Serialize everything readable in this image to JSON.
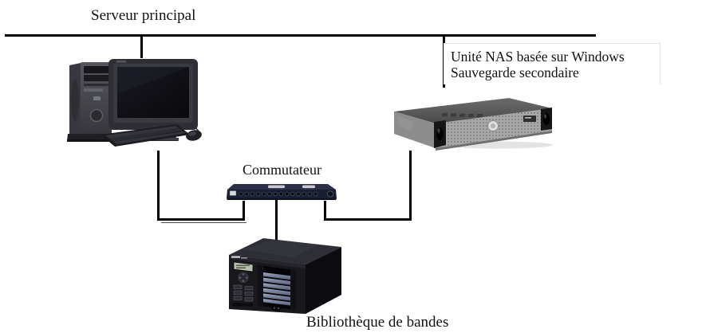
{
  "diagram": {
    "type": "network-topology",
    "background_color": "#ffffff",
    "line_color": "#000000",
    "label_color": "#111111",
    "nodes": {
      "server": {
        "label": "Serveur principal",
        "device": "desktop-computer"
      },
      "nas": {
        "label_line1": "Unité NAS basée sur Windows",
        "label_line2": "Sauvegarde secondaire",
        "device": "rack-mount-nas"
      },
      "switch": {
        "label": "Commutateur",
        "device": "network-switch"
      },
      "tape_library": {
        "label": "Bibliothèque de bandes",
        "device": "tape-library"
      }
    },
    "connections": [
      {
        "from": "lan-backbone",
        "to": "server"
      },
      {
        "from": "lan-backbone",
        "to": "nas"
      },
      {
        "from": "server",
        "to": "switch"
      },
      {
        "from": "nas",
        "to": "switch"
      },
      {
        "from": "switch",
        "to": "tape_library"
      }
    ]
  }
}
